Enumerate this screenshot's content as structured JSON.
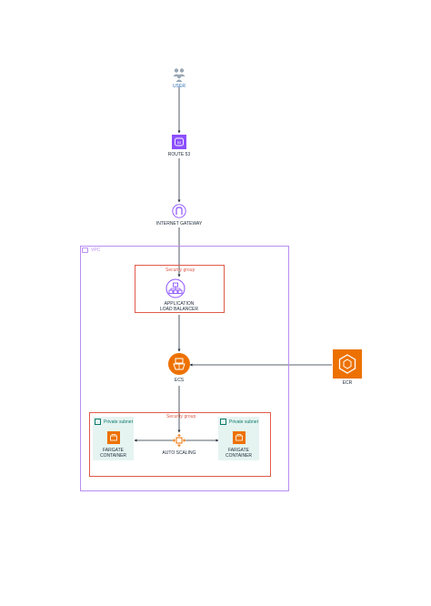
{
  "nodes": {
    "user": {
      "label": "USER"
    },
    "route53": {
      "label": "ROUTE 53"
    },
    "igw": {
      "label": "INTERNET GATEWAY"
    },
    "alb": {
      "label_line1": "APPLICATION",
      "label_line2": "LOAD BALANCER"
    },
    "ecs": {
      "label": "ECS"
    },
    "ecr": {
      "label": "ECR"
    },
    "autoscaling": {
      "label": "AUTO SCALING"
    },
    "fargate_left": {
      "label_line1": "FARGATE",
      "label_line2": "CONTAINER"
    },
    "fargate_right": {
      "label_line1": "FARGATE",
      "label_line2": "CONTAINER"
    }
  },
  "groups": {
    "vpc": {
      "label": "VPC"
    },
    "sg_alb": {
      "label": "Security group"
    },
    "sg_tasks": {
      "label": "Security group"
    },
    "subnet_left": {
      "label": "Private subnet"
    },
    "subnet_right": {
      "label": "Private subnet"
    }
  },
  "colors": {
    "route53": "#8c4fff",
    "igw": "#8c4fff",
    "alb": "#8c4fff",
    "compute": "#ed7100",
    "vpc_border": "#b98ef0",
    "security_group": "#e05a4a",
    "subnet_fill": "#e6f4f1",
    "subnet_accent": "#0b7a6b",
    "user": "#9aa7b4"
  },
  "icons": {
    "user": "users-icon",
    "route53": "route53-icon",
    "igw": "internet-gateway-icon",
    "alb": "load-balancer-icon",
    "ecs": "ecs-icon",
    "ecr": "ecr-icon",
    "autoscaling": "auto-scaling-icon",
    "fargate": "fargate-icon",
    "subnet": "private-subnet-icon"
  }
}
